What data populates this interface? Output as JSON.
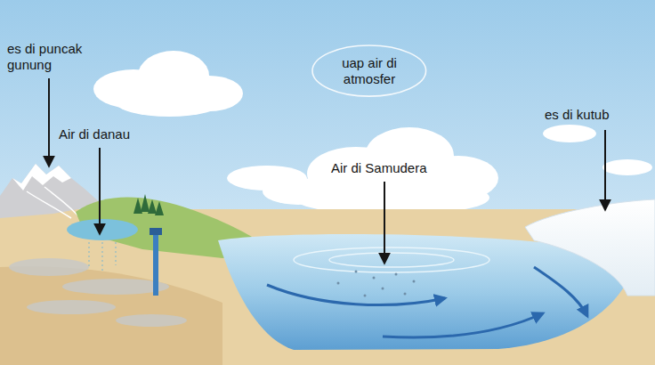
{
  "diagram": {
    "nodes": [
      {
        "text": [
          "uap air di atmosfer"
        ]
      }
    ],
    "labels": [
      "es di puncak gunung",
      "Air di danau",
      "Air di Samudera",
      "es di kutub"
    ]
  }
}
